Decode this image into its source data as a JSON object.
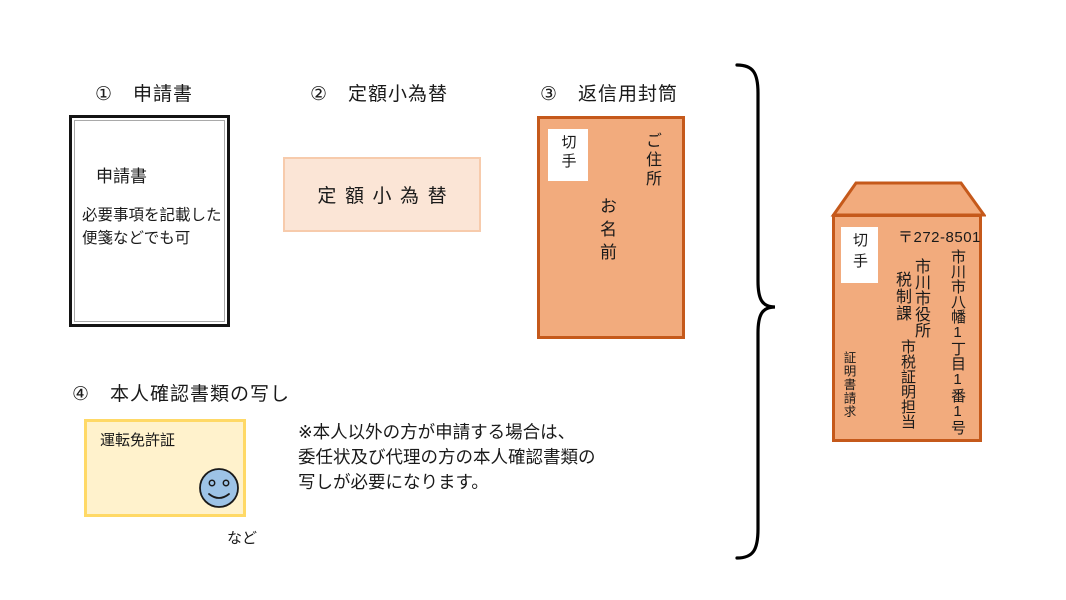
{
  "items": {
    "application": {
      "heading": "①　申請書",
      "title": "申請書",
      "note": "必要事項を記載した\n便箋などでも可"
    },
    "money_order": {
      "heading": "②　定額小為替",
      "label": "定額小為替"
    },
    "return_envelope": {
      "heading": "③　返信用封筒",
      "stamp": "切手",
      "address_placeholder": "ご住所",
      "name_placeholder": "お名前"
    },
    "id_copy": {
      "heading": "④　本人確認書類の写し",
      "card_title": "運転免許証",
      "etc": "など"
    }
  },
  "note": "※本人以外の方が申請する場合は、\n委任状及び代理の方の本人確認書類の\n写しが必要になります。",
  "mailing_envelope": {
    "stamp": "切手",
    "postal_code": "〒272-8501",
    "address": "市川市八幡1丁目1番1号",
    "office": "市川市役所",
    "division": "税制課",
    "section": "市税証明担当",
    "purpose": "証明書請求"
  },
  "colors": {
    "envelope_fill": "#F2AB7D",
    "envelope_border": "#C5591B",
    "money_order_fill": "#FBE5D6",
    "money_order_border": "#F7CBAC",
    "license_fill": "#FFF2CC",
    "license_border": "#FFD966",
    "face_fill": "#9DC3E6",
    "text": "#1A1A1A"
  }
}
